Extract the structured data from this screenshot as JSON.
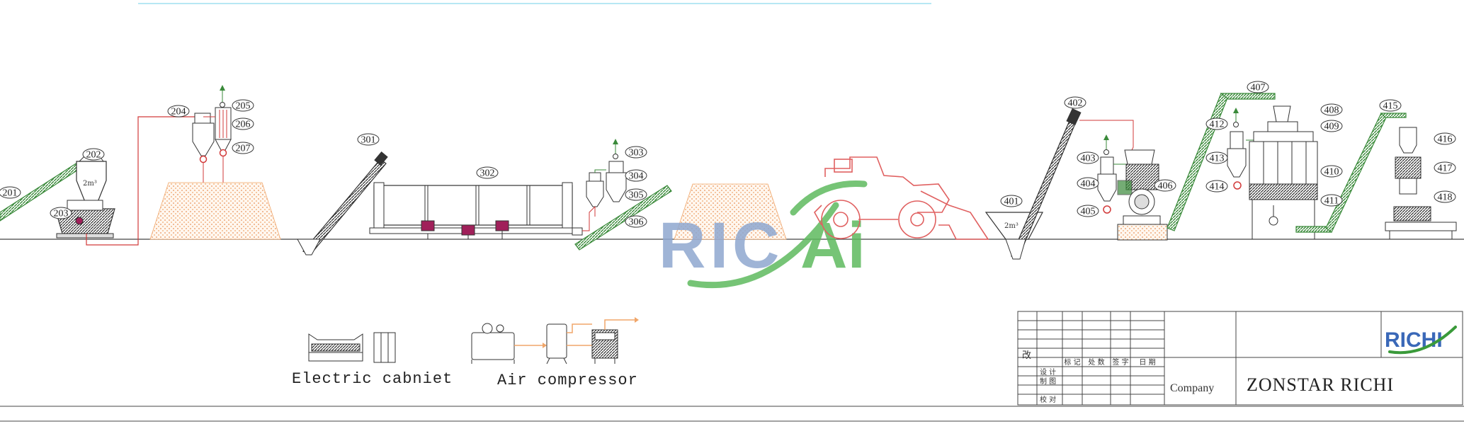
{
  "equipment_tags": [
    "201",
    "202",
    "203",
    "204",
    "205",
    "206",
    "207",
    "301",
    "302",
    "303",
    "304",
    "305",
    "306",
    "401",
    "402",
    "403",
    "404",
    "405",
    "406",
    "407",
    "408",
    "409",
    "410",
    "411",
    "412",
    "413",
    "414",
    "415",
    "416",
    "417",
    "418"
  ],
  "bin_labels": {
    "bin_202": "2m³",
    "bin_401": "2m³"
  },
  "legend": {
    "electric_cabinet": "Electric cabniet",
    "air_compressor": "Air compressor"
  },
  "title_block": {
    "change_char": "改",
    "header_cells": [
      "标 记",
      "处 数",
      "签 字",
      "日 期"
    ],
    "row_labels": [
      "设 计",
      "制 图",
      "校 对"
    ],
    "company_label": "Company",
    "company_name": "ZONSTAR RICHI",
    "logo_text": "RICHI"
  },
  "watermark": "RICHI",
  "colors": {
    "line": "#333333",
    "conveyor_green": "#3a8a3a",
    "pipe_red": "#d23a3a",
    "material_orange": "#f0a66a",
    "watermark_blue": "#8fa8d0",
    "watermark_green": "#5fba5f",
    "tractor_red": "#e06060",
    "equipment_magenta": "#a0205a"
  }
}
